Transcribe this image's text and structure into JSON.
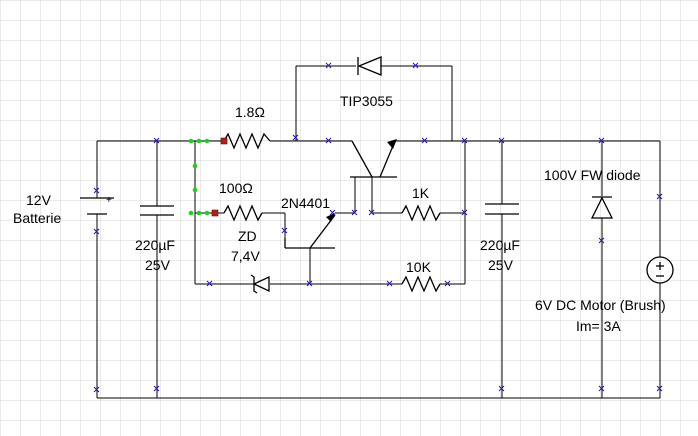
{
  "labels": {
    "battery_voltage": "12V",
    "battery_name": "Batterie",
    "battery_plus": "+",
    "cap1_value": "220µF",
    "cap1_voltage": "25V",
    "r1_value": "1.8Ω",
    "r2_value": "100Ω",
    "zener_name": "ZD",
    "zener_voltage": "7,4V",
    "q_small": "2N4401",
    "q_power": "TIP3055",
    "r3_value": "1K",
    "r4_value": "10K",
    "cap2_value": "220µF",
    "cap2_voltage": "25V",
    "diode_fw": "100V FW diode",
    "motor_name": "6V DC Motor (Brush)",
    "motor_current": "Im= 3A"
  },
  "colors": {
    "grid": "#c8c8c8",
    "wire": "#000000",
    "node_marker": "#1a1aa0",
    "pin_green": "#22cc22",
    "pin_red": "#b02020"
  }
}
